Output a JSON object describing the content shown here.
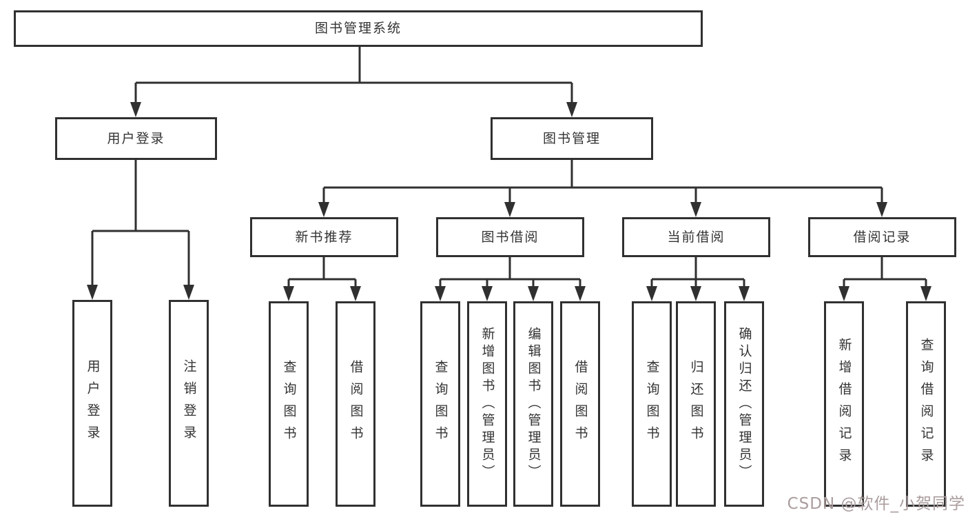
{
  "diagram": {
    "type": "tree",
    "root": {
      "label": "图书管理系统"
    },
    "branches": {
      "user_login": {
        "label": "用户登录",
        "children": [
          {
            "label": "用户登录"
          },
          {
            "label": "注销登录"
          }
        ]
      },
      "book_management": {
        "label": "图书管理",
        "children": [
          {
            "label": "新书推荐",
            "children": [
              {
                "label": "查询图书"
              },
              {
                "label": "借阅图书"
              }
            ]
          },
          {
            "label": "图书借阅",
            "children": [
              {
                "label": "查询图书"
              },
              {
                "label": "新增图书（管理员）"
              },
              {
                "label": "编辑图书（管理员）"
              },
              {
                "label": "借阅图书"
              }
            ]
          },
          {
            "label": "当前借阅",
            "children": [
              {
                "label": "查询图书"
              },
              {
                "label": "归还图书"
              },
              {
                "label": "确认归还（管理员）"
              }
            ]
          },
          {
            "label": "借阅记录",
            "children": [
              {
                "label": "新增借阅记录"
              },
              {
                "label": "查询借阅记录"
              }
            ]
          }
        ]
      }
    },
    "watermark": "CSDN @软件_小贺同学",
    "colors": {
      "line": "#303030",
      "text": "#333333",
      "box_fill": "#ffffff",
      "background": "#ffffff",
      "watermark": "#ab9d9d"
    }
  }
}
